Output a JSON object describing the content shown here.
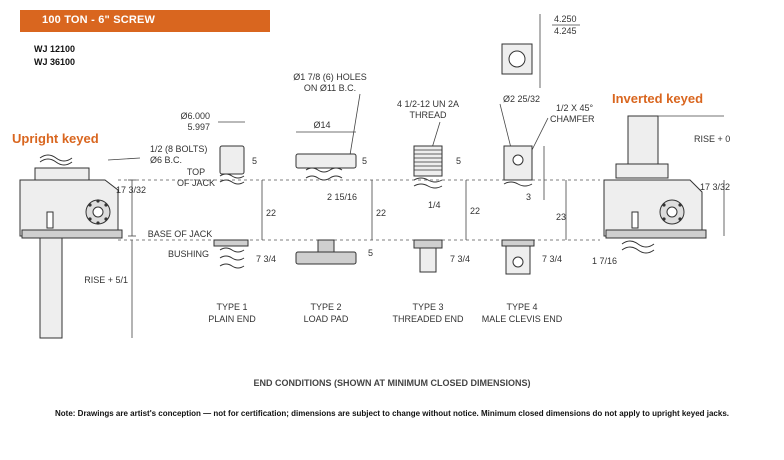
{
  "header": {
    "title": "100 TON - 6\" SCREW",
    "models": [
      "WJ 12100",
      "WJ 36100"
    ]
  },
  "labels": {
    "upright_keyed": "Upright keyed",
    "inverted_keyed": "Inverted keyed",
    "dia_6000": "Ø6.000",
    "dia_5997": "5.997",
    "bolts": "1/2 (8 BOLTS)",
    "bc6": "Ø6 B.C.",
    "holes1": "Ø1 7/8 (6) HOLES",
    "holes2": "ON Ø11 B.C.",
    "dia14": "Ø14",
    "thread1": "4 1/2-12 UN 2A",
    "thread2": "THREAD",
    "dia2_25": "Ø2 25/32",
    "chamfer1": "1/2 X 45°",
    "chamfer2": "CHAMFER",
    "sq1": "4.250",
    "sq2": "4.245",
    "rise0": "RISE + 0",
    "rise51": "RISE + 5/1",
    "top1": "TOP",
    "top2": "OF JACK",
    "base": "BASE OF JACK",
    "bushing": "BUSHING",
    "d17_3_32_left": "17 3/32",
    "d17_3_32_right": "17 3/32",
    "d5_a": "5",
    "d5_b": "5",
    "d5_c": "5",
    "d5_d": "5",
    "d22_a": "22",
    "d22_b": "22",
    "d22_c": "22",
    "d23": "23",
    "d2_15_16": "2 15/16",
    "d1_4": "1/4",
    "d3": "3",
    "d7_3_4_a": "7 3/4",
    "d7_3_4_b": "7 3/4",
    "d7_3_4_c": "7 3/4",
    "d1_7_16": "1 7/16"
  },
  "types": [
    {
      "name": "TYPE 1",
      "desc": "PLAIN END"
    },
    {
      "name": "TYPE 2",
      "desc": "LOAD PAD"
    },
    {
      "name": "TYPE 3",
      "desc": "THREADED END"
    },
    {
      "name": "TYPE 4",
      "desc": "MALE CLEVIS END"
    }
  ],
  "captions": {
    "end_conditions": "END CONDITIONS (SHOWN AT MINIMUM CLOSED DIMENSIONS)",
    "note": "Note: Drawings are artist's conception — not for certification; dimensions are subject to change without notice. Minimum closed dimensions do not apply to upright keyed jacks."
  },
  "colors": {
    "accent": "#d9661f"
  }
}
